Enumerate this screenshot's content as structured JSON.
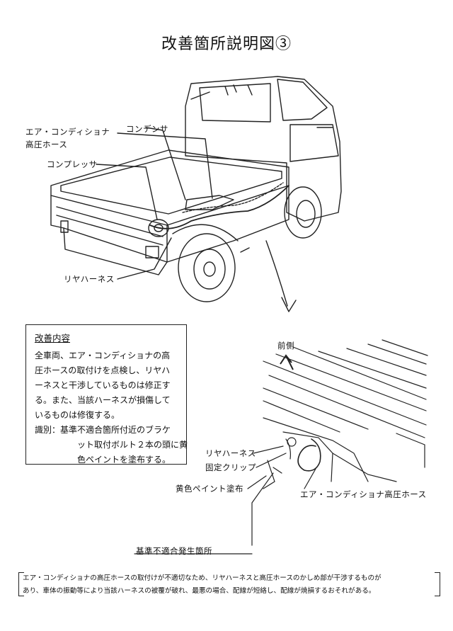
{
  "title": "改善箇所説明図③",
  "labels": {
    "ac_hose_1": "エア・コンディショナ",
    "ac_hose_2": "高圧ホース",
    "condenser": "コンデンサ",
    "compressor": "コンプレッサ",
    "rear_harness": "リヤハーネス",
    "front": "前側",
    "rear_harness_detail": "リヤハーネス",
    "clip": "固定クリップ",
    "yellow_paint": "黄色ペイント塗布",
    "ac_hose_detail": "エア・コンディショナ高圧ホース",
    "nonconform_location": "基準不適合発生箇所"
  },
  "improvement": {
    "heading": "改善内容",
    "lines": [
      "全車両、エア・コンディショナの高",
      "圧ホースの取付けを点検し、リヤハ",
      "ーネスと干渉しているものは修正す",
      "る。また、当該ハーネスが損傷して",
      "いるものは修復する。",
      "識別：基準不適合箇所付近のブラケ",
      "ット取付ボルト２本の頭に黄",
      "色ペイントを塗布する。"
    ]
  },
  "note": {
    "line1": "エア・コンディショナの高圧ホースの取付けが不適切なため、リヤハーネスと高圧ホースのかしめ部が干渉するものが",
    "line2": "あり、車体の振動等により当該ハーネスの被覆が破れ、最悪の場合、配線が短絡し、配線が焼損するおそれがある。"
  },
  "icons": {
    "front_arrow": "arrow-up-left-icon",
    "callout_arrow": "curved-arrow-down-icon"
  }
}
